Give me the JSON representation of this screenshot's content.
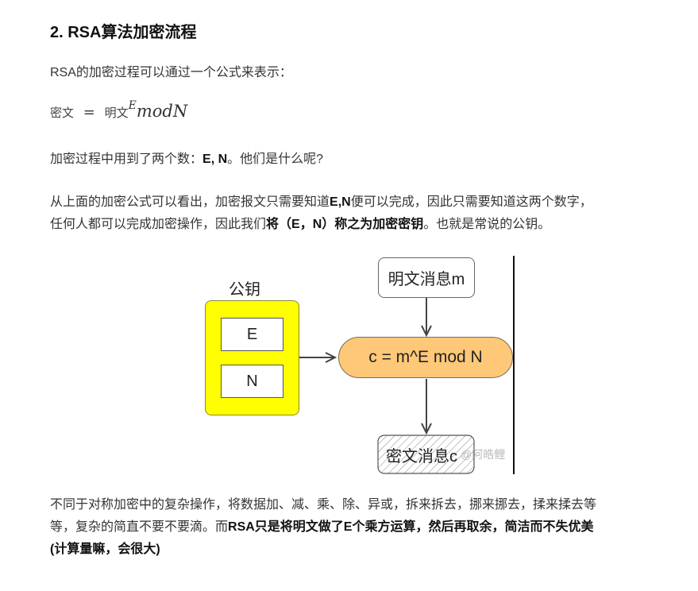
{
  "heading": "2. RSA算法加密流程",
  "para1": "RSA的加密过程可以通过一个公式来表示：",
  "formula": {
    "lhs": "密文",
    "eq": "=",
    "base": "明文",
    "exp": "E",
    "rest": "modN"
  },
  "para2": {
    "text": "加密过程中用到了两个数：",
    "bold": "E, N",
    "tail": "。他们是什么呢?"
  },
  "para3": {
    "line1_a": "从上面的加密公式可以看出，加密报文只需要知道",
    "line1_bold": "E,N",
    "line1_b": "便可以完成，因此只需要知道这两个数字，",
    "line2_a": "任何人都可以完成加密操作，因此我们",
    "line2_bold": "将（E，N）称之为加密密钥",
    "line2_b": "。也就是常说的公钥。"
  },
  "diagram": {
    "public_key_label": "公钥",
    "e_label": "E",
    "n_label": "N",
    "plaintext_label": "明文消息m",
    "formula_label": "c = m^E mod N",
    "ciphertext_label": "密文消息c",
    "watermark": "@阿皓鲤",
    "colors": {
      "key_fill": "#ffff00",
      "formula_fill": "#ffc878"
    }
  },
  "para4": {
    "line1": "不同于对称加密中的复杂操作，将数据加、减、乘、除、异或，拆来拆去，挪来挪去，揉来揉去等",
    "line2_a": "等，复杂的简直不要不要滴。而",
    "line2_bold": "RSA只是将明文做了E个乘方运算，然后再取余，简洁而不失优美",
    "line3_bold": "(计算量嘛，会很大)"
  }
}
